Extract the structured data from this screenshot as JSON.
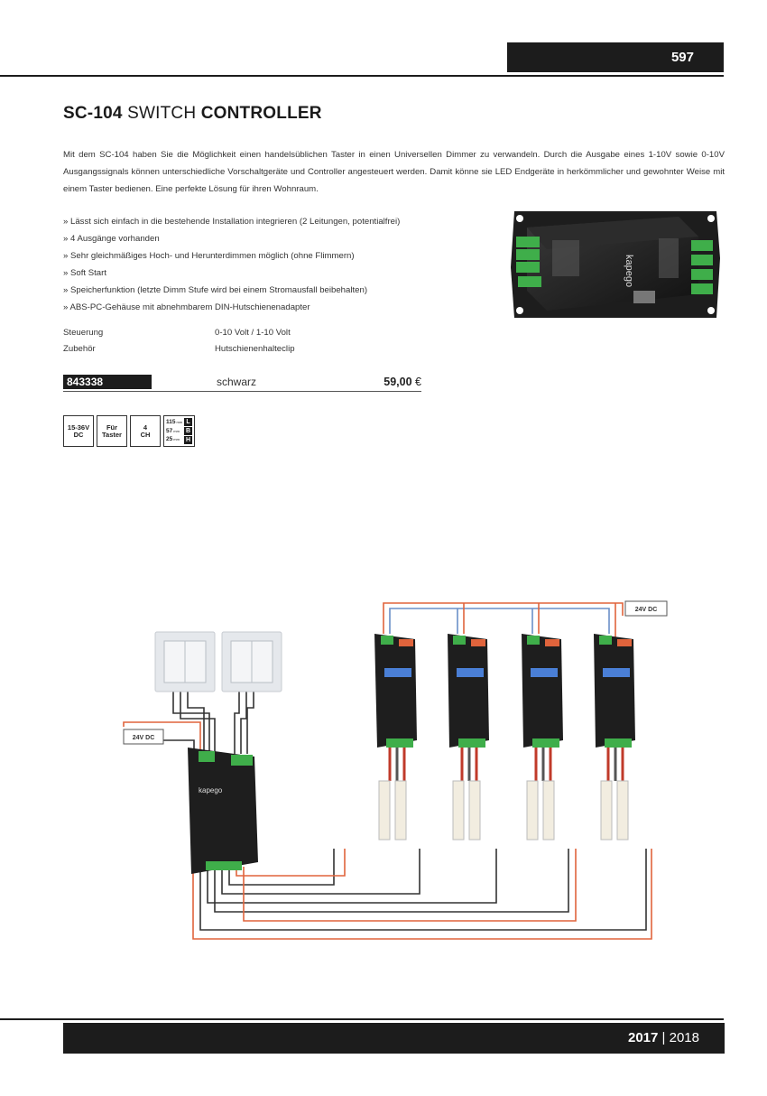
{
  "page": {
    "number": "597"
  },
  "title": {
    "model": "SC-104",
    "middle": "SWITCH",
    "last": "CONTROLLER"
  },
  "intro": "Mit dem SC-104 haben Sie die Möglichkeit einen handelsüblichen Taster in einen Universellen Dimmer zu verwandeln. Durch die Ausgabe eines 1-10V sowie 0-10V Ausgangssignals können unterschiedliche Vorschaltgeräte und Controller angesteuert werden. Damit könne sie LED Endgeräte in herkömmlicher und gewohnter Weise mit einem Taster bedienen. Eine perfekte Lösung für ihren Wohnraum.",
  "features": [
    "» Lässt sich einfach in die bestehende Installation integrieren (2 Leitungen, potentialfrei)",
    "» 4 Ausgänge vorhanden",
    "» Sehr gleichmäßiges Hoch- und Herunterdimmen möglich (ohne Flimmern)",
    "» Soft Start",
    "» Speicherfunktion (letzte Dimm Stufe wird bei einem Stromausfall beibehalten)",
    "» ABS-PC-Gehäuse mit abnehmbarem DIN-Hutschienenadapter"
  ],
  "specs": [
    {
      "key": "Steuerung",
      "value": "0-10 Volt / 1-10 Volt"
    },
    {
      "key": "Zubehör",
      "value": "Hutschienenhalteclip"
    }
  ],
  "order": {
    "article": "843338",
    "color": "schwarz",
    "price": "59,00",
    "currency": "€"
  },
  "icons": {
    "voltage": {
      "line1": "15-36V",
      "line2": "DC"
    },
    "control": {
      "line1": "Für",
      "line2": "Taster"
    },
    "channels": {
      "line1": "4",
      "line2": "CH"
    },
    "dims": [
      {
        "value": "115",
        "unit": "mm",
        "letter": "L"
      },
      {
        "value": "57",
        "unit": "mm",
        "letter": "B"
      },
      {
        "value": "25",
        "unit": "mm",
        "letter": "H"
      }
    ]
  },
  "product": {
    "brand": "kapego",
    "subtitle": "SC-104 Switch Controller"
  },
  "diagram": {
    "supply_label_left": "24V DC",
    "supply_label_right": "24V DC",
    "brand": "kapego"
  },
  "footer": {
    "year_bold": "2017",
    "separator": "|",
    "year_light": "2018"
  },
  "colors": {
    "bar": "#1c1c1c",
    "wire_red": "#e0643c",
    "wire_blue": "#6a8fc8",
    "wire_dark": "#333333"
  }
}
